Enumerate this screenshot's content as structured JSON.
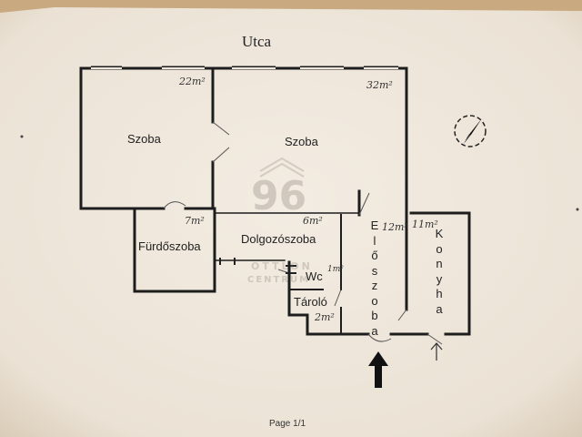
{
  "plan": {
    "street_label": "Utca",
    "rooms": {
      "room_left_label": "Szoba",
      "room_left_area": "22m²",
      "room_right_label": "Szoba",
      "room_right_area": "32m²",
      "bathroom_label": "Fürdőszoba",
      "bathroom_area": "7m²",
      "study_label": "Dolgozószoba",
      "study_area": "6m²",
      "wc_label": "Wc",
      "wc_area": "1m²",
      "storage_label": "Tároló",
      "storage_area": "2m²",
      "hall_label": "Előszoba",
      "hall_area": "12m²",
      "kitchen_label": "Konyha",
      "kitchen_area": "11m²"
    },
    "watermark": {
      "mark": "96",
      "brand_top": "OTTLON",
      "brand_bottom": "CENTRUM"
    },
    "page_footer": "Page 1/1",
    "colors": {
      "paper": "#efe7dc",
      "walls": "#1d1d1d",
      "background": "#c9a97f"
    }
  }
}
